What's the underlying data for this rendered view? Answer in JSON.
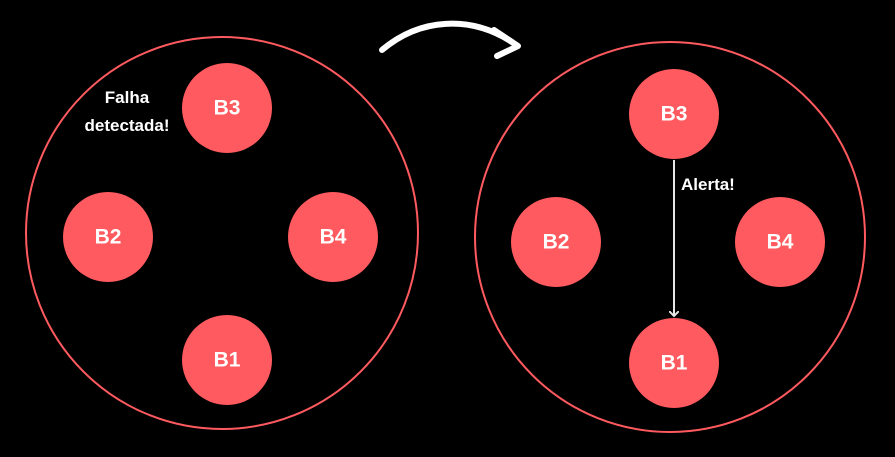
{
  "colors": {
    "background": "#000000",
    "node_fill": "#ff5a5f",
    "ring_stroke": "#ff5a5f",
    "text": "#ffffff",
    "arrow": "#e6e6e6"
  },
  "transition_arrow": {
    "icon": "curved-arrow-right-icon"
  },
  "left_cluster": {
    "nodes": {
      "b1": "B1",
      "b2": "B2",
      "b3": "B3",
      "b4": "B4"
    },
    "note_line1": "Falha",
    "note_line2": "detectada!"
  },
  "right_cluster": {
    "nodes": {
      "b1": "B1",
      "b2": "B2",
      "b3": "B3",
      "b4": "B4"
    },
    "alert_label": "Alerta!"
  }
}
